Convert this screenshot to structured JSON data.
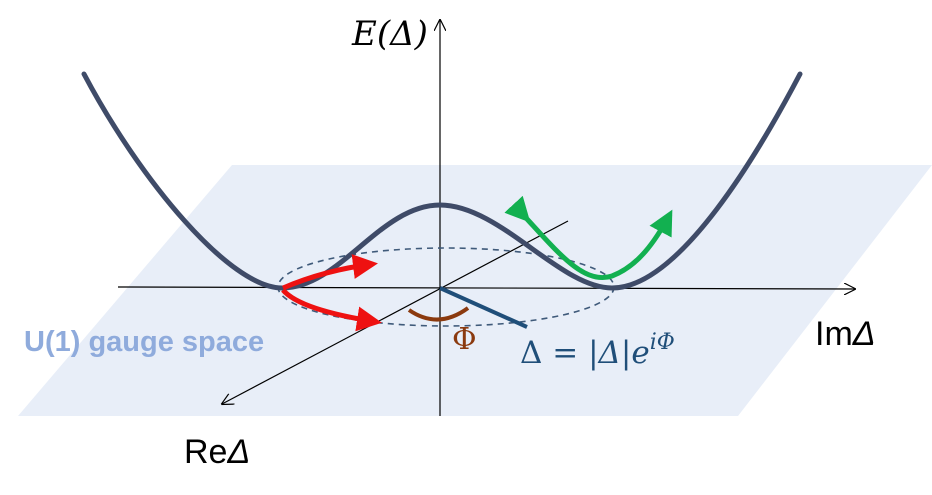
{
  "labels": {
    "energy_axis": "E(Δ)",
    "im_axis_prefix": "Im",
    "im_axis_symbol": "Δ",
    "re_axis_prefix": "Re",
    "re_axis_symbol": "Δ",
    "plane_label": "U(1) gauge space",
    "phase_symbol": "Φ",
    "order_parameter_lhs": "Δ = |",
    "order_parameter_mid": "Δ",
    "order_parameter_rhs": "|e",
    "order_parameter_exp": "iΦ"
  },
  "colors": {
    "plane": "#e8eef8",
    "plane_label": "#8fabdc",
    "curve": "#3f4b68",
    "axis": "#000000",
    "dashed_circle": "#3f5a7a",
    "radius_line": "#1f4e79",
    "phase_arc": "#8b3a0f",
    "phase_mode_arrow": "#ee1111",
    "amplitude_mode_arrow": "#12b050",
    "order_parameter_text": "#1f4e79"
  }
}
